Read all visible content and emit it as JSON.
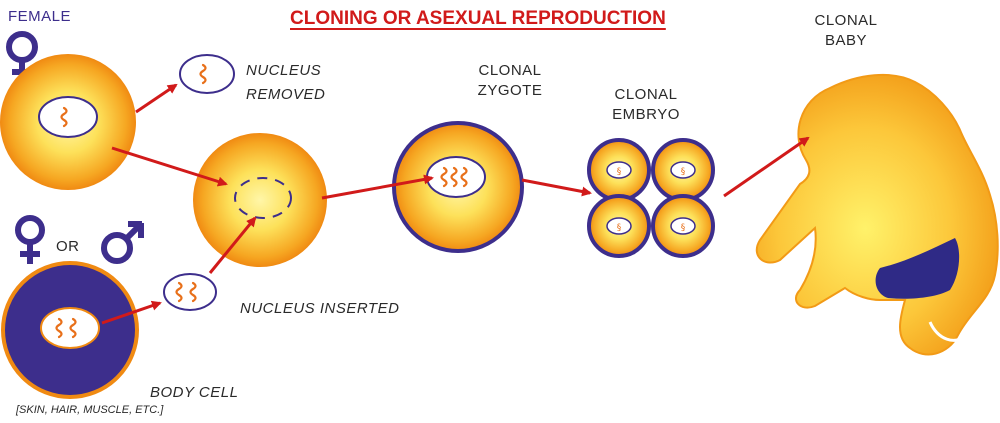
{
  "diagram": {
    "title": "CLONING OR ASEXUAL REPRODUCTION",
    "labels": {
      "female": "FEMALE",
      "or": "OR",
      "nucleus_removed_line1": "NUCLEUS",
      "nucleus_removed_line2": "REMOVED",
      "nucleus_inserted": "NUCLEUS INSERTED",
      "clonal_zygote_line1": "CLONAL",
      "clonal_zygote_line2": "ZYGOTE",
      "clonal_embryo_line1": "CLONAL",
      "clonal_embryo_line2": "EMBRYO",
      "clonal_baby_line1": "CLONAL",
      "clonal_baby_line2": "BABY",
      "body_cell": "BODY CELL",
      "body_cell_examples": "[SKIN, HAIR, MUSCLE, ETC.]"
    },
    "colors": {
      "title": "#d11a1a",
      "arrow": "#d11a1a",
      "cell_outer": "#f29a16",
      "cell_inner": "#fff0a0",
      "body_cell": "#3d2e8c",
      "symbol": "#3d2e8c",
      "chromosome": "#e8701a"
    },
    "icons": [
      "female-symbol-icon",
      "male-symbol-icon"
    ]
  }
}
